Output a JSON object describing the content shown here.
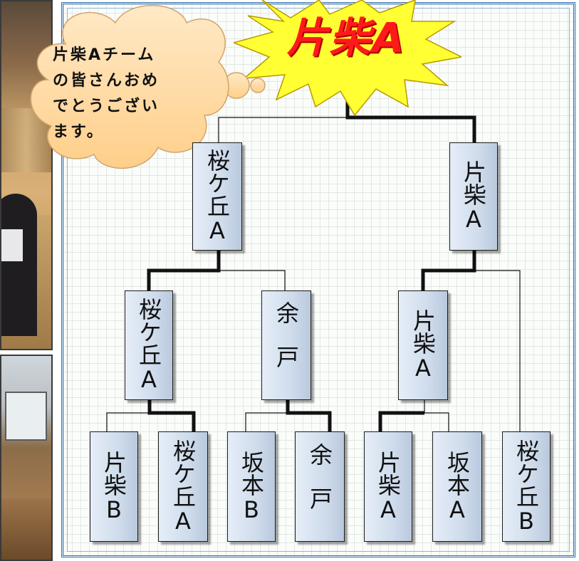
{
  "winner": "片柴A",
  "speech_bubble": {
    "lines": [
      "片柴Aチーム",
      "の皆さんおめ",
      "でとうござい",
      "ます。"
    ]
  },
  "bracket": {
    "champion": "片柴A",
    "semifinal": [
      {
        "team": "桜ケ丘A"
      },
      {
        "team": "片柴A"
      }
    ],
    "quarterfinal": [
      {
        "team": "桜ケ丘A"
      },
      {
        "team": "余戸"
      },
      {
        "team": "片柴A"
      }
    ],
    "first_round": [
      {
        "team": "片柴B"
      },
      {
        "team": "桜ケ丘A"
      },
      {
        "team": "坂本B"
      },
      {
        "team": "余戸"
      },
      {
        "team": "片柴A"
      },
      {
        "team": "坂本A"
      },
      {
        "team": "桜ケ丘B"
      }
    ]
  },
  "colors": {
    "winner_text": "#ff1a1a",
    "star_fill": "#ffff33",
    "frame_border": "#2c6fb0",
    "box_fill": "#cfdcec",
    "cloud_fill": "#ffdfb0"
  }
}
